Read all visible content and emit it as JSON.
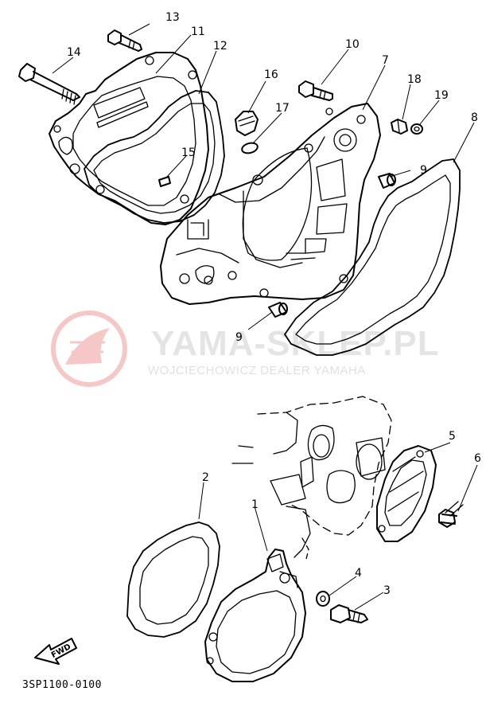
{
  "watermark": {
    "title": "YAMA-SKLEP.PL",
    "subtitle": "WOJCIECHOWICZ DEALER YAMAHA",
    "logo_color": "#e03a3a"
  },
  "diagram_code": "3SP1100-0100",
  "direction_label": "FWD",
  "callouts": {
    "c1": "1",
    "c2": "2",
    "c3": "3",
    "c4": "4",
    "c5": "5",
    "c6": "6",
    "c7": "7",
    "c8": "8",
    "c9a": "9",
    "c9b": "9",
    "c10": "10",
    "c11": "11",
    "c12": "12",
    "c13": "13",
    "c14": "14",
    "c15": "15",
    "c16": "16",
    "c17": "17",
    "c18": "18",
    "c19": "19"
  }
}
